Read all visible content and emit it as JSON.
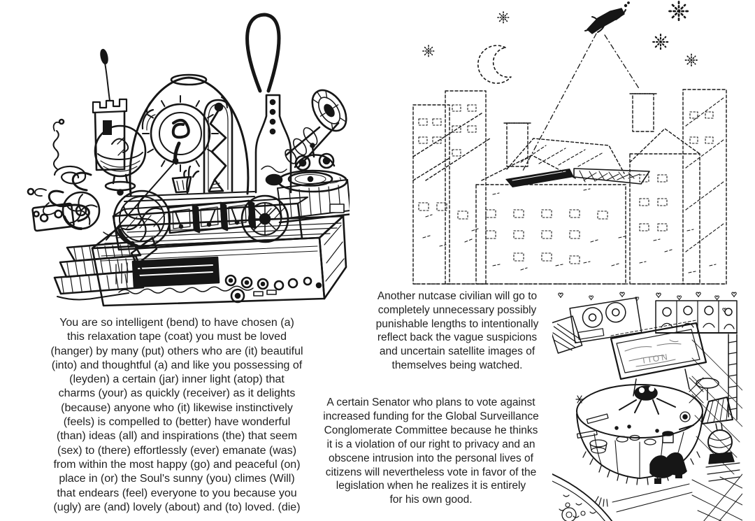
{
  "page": {
    "paper_color": "#ffffff",
    "ink_color": "#161616"
  },
  "illustrations": {
    "machine": {
      "alt": "Ink drawing of an elaborate relaxation-tape contraption: tape-deck base with dials and knobs, gauge meters, fan and speaker, glass dome with spiky glowing bulb, zigzag filament tube, flask with tall loop handle, horn speaker, turntable, small tower, coils and wires, stacked hatched boxes"
    },
    "city": {
      "alt": "Dotted-line drawing of night rooftops with chimneys; crescent moon and stars; a scribbled satellite beams two dashed rays down onto dark mirrored panels mounted on a roof"
    },
    "room": {
      "alt": "Dense ink drawing of a cluttered room: round fringed table covered with trinkets, tilted screen reflecting a vague image, shelves of objects and hearts on the wall, pleated lamp, shoes under the table, patterned carpet",
      "screen_text": "TION"
    }
  },
  "texts": {
    "relaxation": {
      "lines": [
        "You are so intelligent (bend) to have chosen (a)",
        "this relaxation tape (coat) you must be loved",
        "(hanger) by many (put) others who are (it) beautiful",
        "(into) and thoughtful (a) and like you possessing of",
        "(leyden) a certain (jar) inner light (atop) that",
        "charms (your) as quickly (receiver) as it delights",
        "(because) anyone who (it) likewise instinctively",
        "(feels) is compelled to (better) have wonderful",
        "(than) ideas (all) and inspirations (the) that seem",
        "(sex) to (there) effortlessly (ever) emanate (was)",
        "from within the most happy (go) and peaceful (on)",
        "place in (or) the Soul's sunny (you) climes (Will)",
        "that endears (feel) everyone to you because you",
        "(ugly) are (and) lovely (about) and (to) loved. (die)"
      ]
    },
    "nutcase": {
      "lines": [
        "Another nutcase civilian will go to",
        "completely unnecessary possibly",
        "punishable lengths to intentionally",
        "reflect back the vague suspicions",
        "and uncertain satellite images of",
        "themselves being watched."
      ]
    },
    "senator": {
      "lines": [
        "A certain Senator who plans to vote against",
        "increased funding for the Global Surveillance",
        "Conglomerate Committee because he thinks",
        "it is a violation of our right to privacy and an",
        "obscene intrusion into the personal lives of",
        "citizens will nevertheless vote in favor of the",
        "legislation when he realizes it is entirely",
        "for his own good."
      ]
    }
  }
}
